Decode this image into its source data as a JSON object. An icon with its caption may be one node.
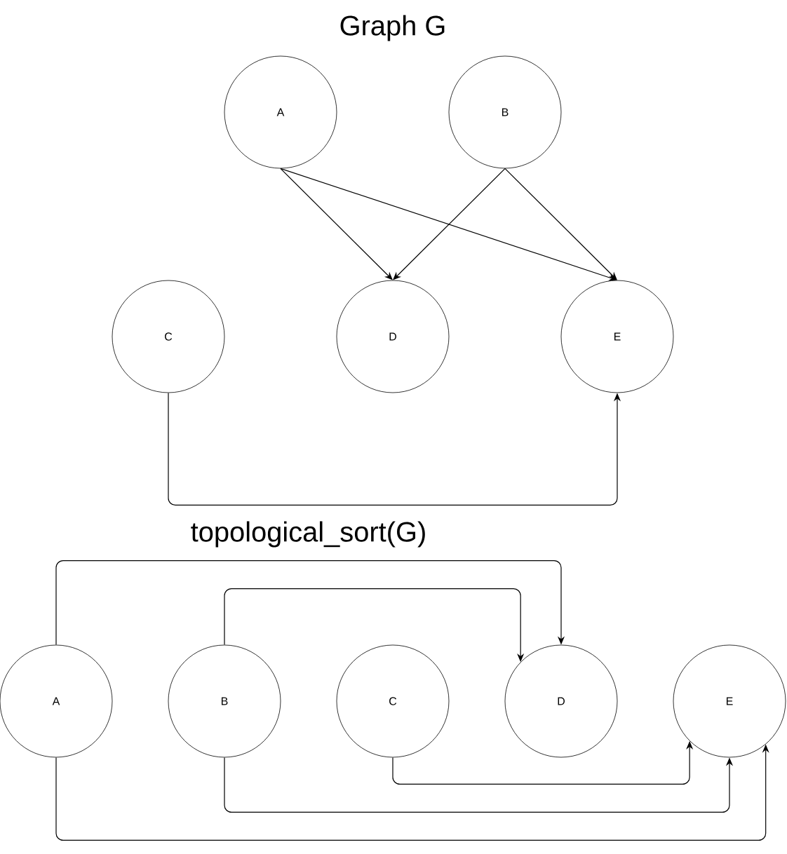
{
  "diagram": {
    "title": "Graph G",
    "nodes": [
      {
        "text": [
          "A"
        ]
      },
      {
        "text": [
          "B"
        ]
      },
      {
        "text": [
          "C"
        ]
      },
      {
        "text": [
          "D"
        ]
      },
      {
        "text": [
          "E"
        ]
      },
      {
        "text": [
          "A"
        ]
      },
      {
        "text": [
          "B"
        ]
      },
      {
        "text": [
          "C"
        ]
      },
      {
        "text": [
          "D"
        ]
      },
      {
        "text": [
          "E"
        ]
      }
    ],
    "edges": [
      {
        "from": 0,
        "to": 3,
        "arrow": "to"
      },
      {
        "from": 0,
        "to": 4,
        "arrow": "to"
      },
      {
        "from": 1,
        "to": 3,
        "arrow": "to"
      },
      {
        "from": 1,
        "to": 4,
        "arrow": "to"
      },
      {
        "from": 2,
        "to": 4,
        "arrow": "to"
      },
      {
        "from": 5,
        "to": 8,
        "arrow": "to"
      },
      {
        "from": 6,
        "to": 8,
        "arrow": "to"
      },
      {
        "from": 7,
        "to": 9,
        "arrow": "to"
      },
      {
        "from": 6,
        "to": 9,
        "arrow": "to"
      },
      {
        "from": 5,
        "to": 9,
        "arrow": "to"
      }
    ],
    "labels": [
      "topological_sort(G)"
    ]
  }
}
